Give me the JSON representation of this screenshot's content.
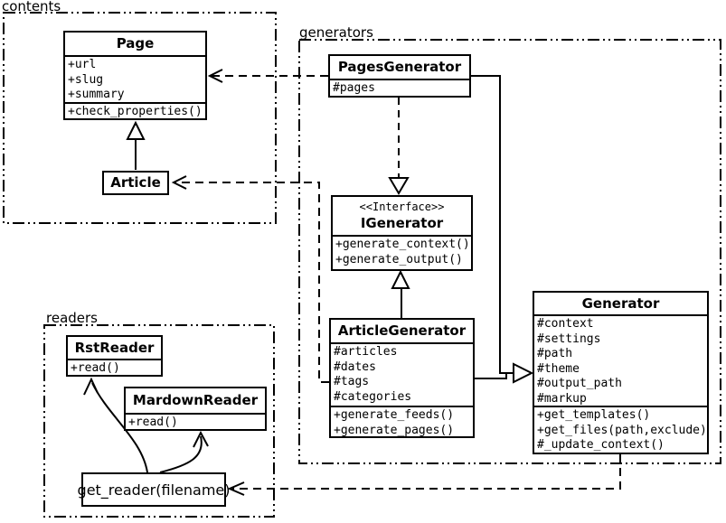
{
  "packages": {
    "contents": {
      "label": "contents"
    },
    "generators": {
      "label": "generators"
    },
    "readers": {
      "label": "readers"
    }
  },
  "classes": {
    "page": {
      "title": "Page",
      "attributes": [
        "+url",
        "+slug",
        "+summary"
      ],
      "methods": [
        "+check_properties()"
      ]
    },
    "article": {
      "title": "Article"
    },
    "pages_generator": {
      "title": "PagesGenerator",
      "attributes": [
        "#pages"
      ]
    },
    "igenerator": {
      "stereotype": "<<Interface>>",
      "title": "IGenerator",
      "methods": [
        "+generate_context()",
        "+generate_output()"
      ]
    },
    "article_generator": {
      "title": "ArticleGenerator",
      "attributes": [
        "#articles",
        "#dates",
        "#tags",
        "#categories"
      ],
      "methods": [
        "+generate_feeds()",
        "+generate_pages()"
      ]
    },
    "generator": {
      "title": "Generator",
      "attributes": [
        "#context",
        "#settings",
        "#path",
        "#theme",
        "#output_path",
        "#markup"
      ],
      "methods": [
        "+get_templates()",
        "+get_files(path,exclude)",
        "#_update_context()"
      ]
    },
    "rst_reader": {
      "title": "RstReader",
      "methods": [
        "+read()"
      ]
    },
    "mardown_reader": {
      "title": "MardownReader",
      "methods": [
        "+read()"
      ]
    },
    "get_reader": {
      "label": "get_reader(filename)"
    }
  },
  "relationships": [
    {
      "from": "PagesGenerator",
      "to": "Page",
      "type": "dependency"
    },
    {
      "from": "ArticleGenerator",
      "to": "Article",
      "type": "dependency"
    },
    {
      "from": "PagesGenerator",
      "to": "IGenerator",
      "type": "realization"
    },
    {
      "from": "ArticleGenerator",
      "to": "IGenerator",
      "type": "inheritance"
    },
    {
      "from": "PagesGenerator",
      "to": "Generator",
      "type": "inheritance"
    },
    {
      "from": "ArticleGenerator",
      "to": "Generator",
      "type": "inheritance"
    },
    {
      "from": "Article",
      "to": "Page",
      "type": "inheritance"
    },
    {
      "from": "Generator",
      "to": "get_reader(filename)",
      "type": "dependency"
    },
    {
      "from": "get_reader(filename)",
      "to": "RstReader",
      "type": "arrow"
    },
    {
      "from": "get_reader(filename)",
      "to": "MardownReader",
      "type": "arrow"
    }
  ],
  "colors": {
    "line": "#000000",
    "background": "#ffffff",
    "box_fill": "#ffffff"
  }
}
